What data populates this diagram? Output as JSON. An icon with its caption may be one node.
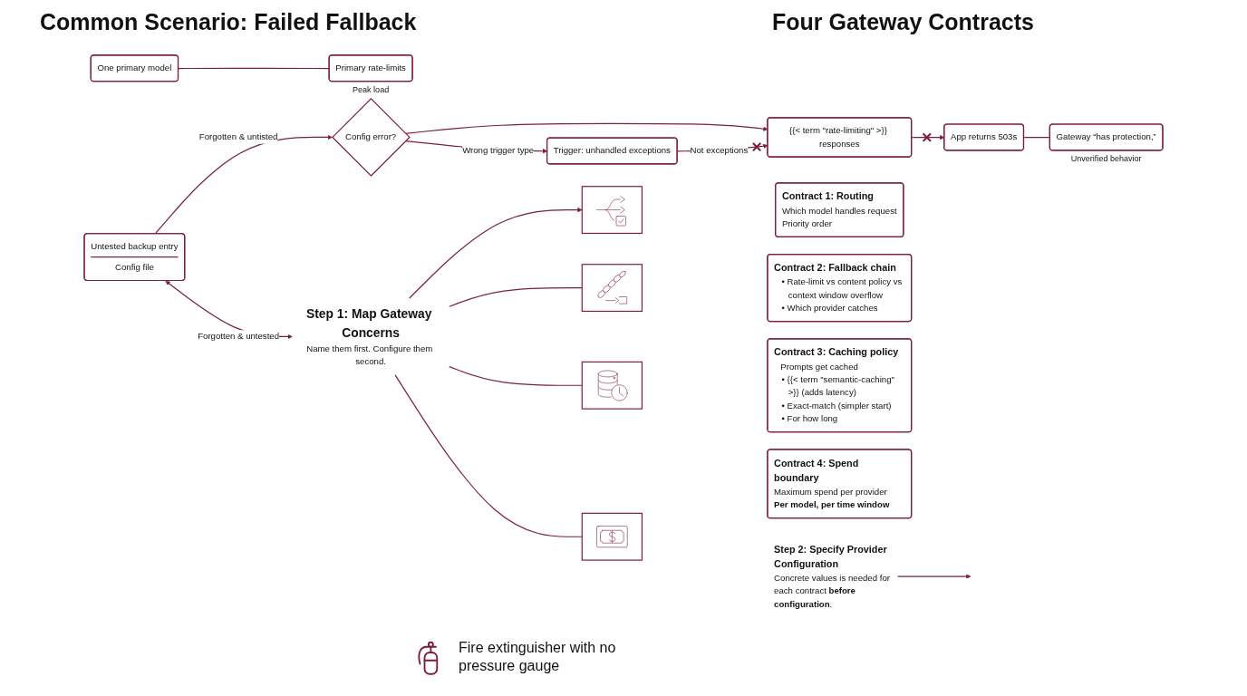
{
  "diagram": {
    "nodes": [
      {
        "text": [
          "One primary model"
        ]
      },
      {
        "text": [
          "Primary rate-limits"
        ],
        "beside": [
          "Peak load"
        ]
      },
      {
        "text": [
          "Untested backup entry",
          "Config file"
        ]
      },
      {
        "text": [
          "Config error?"
        ]
      },
      {
        "text": [
          "Trigger: unhandled exceptions"
        ]
      },
      {
        "text": [
          "{{< term \"rate-limiting\" >}} responses"
        ]
      },
      {
        "text": [
          "App returns 503s"
        ]
      },
      {
        "text": [
          "Gateway “has protection,”"
        ],
        "beside": [
          "Unverified behavior"
        ]
      },
      {
        "text": [
          "Step 1: Map Gateway Concerns",
          "Name them first. Configure them second."
        ]
      },
      {
        "text": [],
        "shape": "picture"
      },
      {
        "text": [
          "Contract 1: Routing",
          "Which model handles request",
          "Priority order"
        ]
      },
      {
        "text": [],
        "shape": "picture"
      },
      {
        "text": [
          "Contract 2: Fallback chain",
          "• Rate-limit vs content policy vs context window overflow",
          "• Which provider catches"
        ]
      },
      {
        "text": [],
        "shape": "picture"
      },
      {
        "text": [
          "Contract 3: Caching policy",
          "Prompts get cached",
          "• {{< term \"semantic-caching\" >}} (adds latency)",
          "• Exact-match (simpler start)",
          "• For how long"
        ]
      },
      {
        "text": [],
        "shape": "picture"
      },
      {
        "text": [
          "Contract 4: Spend boundary",
          "Maximum spend per provider",
          "Per model, per time window"
        ]
      },
      {
        "text": [
          "Step 2: Specify Provider Configuration",
          "Concrete values is needed for each contract **before configuration**."
        ]
      }
    ],
    "edges": [
      {
        "from": 0,
        "to": 1,
        "arrow": "none"
      },
      {
        "from": 2,
        "to": 8,
        "arrow": "both",
        "label": "Forgotten & untested"
      },
      {
        "from": 2,
        "to": 3,
        "arrow": "to",
        "label": "Forgotten & untisted"
      },
      {
        "from": 3,
        "to": 5,
        "arrow": "to"
      },
      {
        "from": 3,
        "to": 4,
        "arrow": "to",
        "label": "Wrong trigger type"
      },
      {
        "from": 4,
        "to": 5,
        "arrow": "to",
        "label": "Not exceptions"
      },
      {
        "from": 5,
        "to": 6,
        "arrow": "to"
      },
      {
        "from": 6,
        "to": 7,
        "arrow": "none"
      },
      {
        "from": 8,
        "to": 9,
        "arrow": "to"
      },
      {
        "from": 8,
        "to": 11,
        "arrow": "none"
      },
      {
        "from": 8,
        "to": 13,
        "arrow": "none"
      },
      {
        "from": 8,
        "to": 15,
        "arrow": "none"
      },
      {
        "from": 17,
        "to": null,
        "arrow": "to"
      }
    ],
    "labels": [
      "Common Scenario: Failed Fallback",
      "Four Gateway Contracts",
      "Fire extinguisher with no pressure gauge"
    ]
  }
}
